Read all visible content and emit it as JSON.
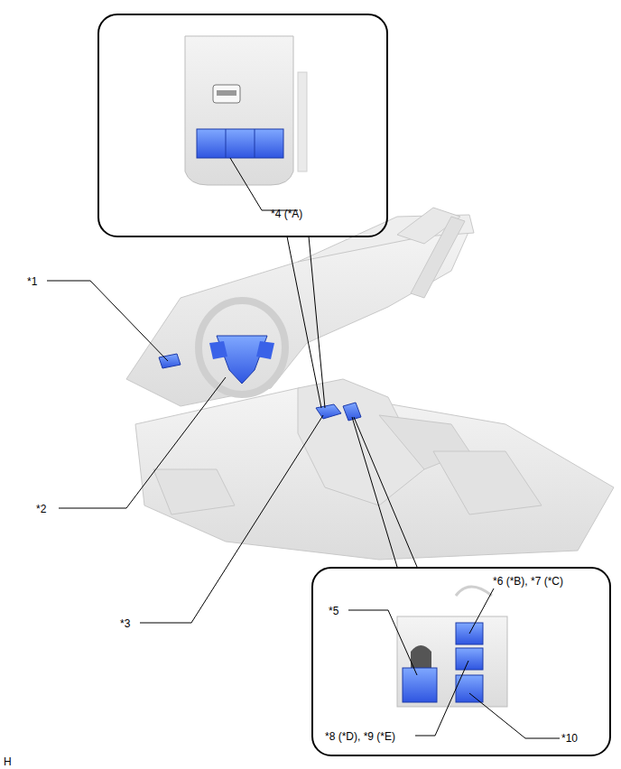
{
  "diagram": {
    "nodes": [
      {
        "text": [
          "*4 (*A)"
        ]
      },
      {
        "text": [
          "*5",
          "*6 (*B), *7 (*C)",
          "*8 (*D), *9 (*E)",
          "*10"
        ]
      }
    ],
    "labels": [
      "*1",
      "*2",
      "*3",
      "H"
    ]
  }
}
